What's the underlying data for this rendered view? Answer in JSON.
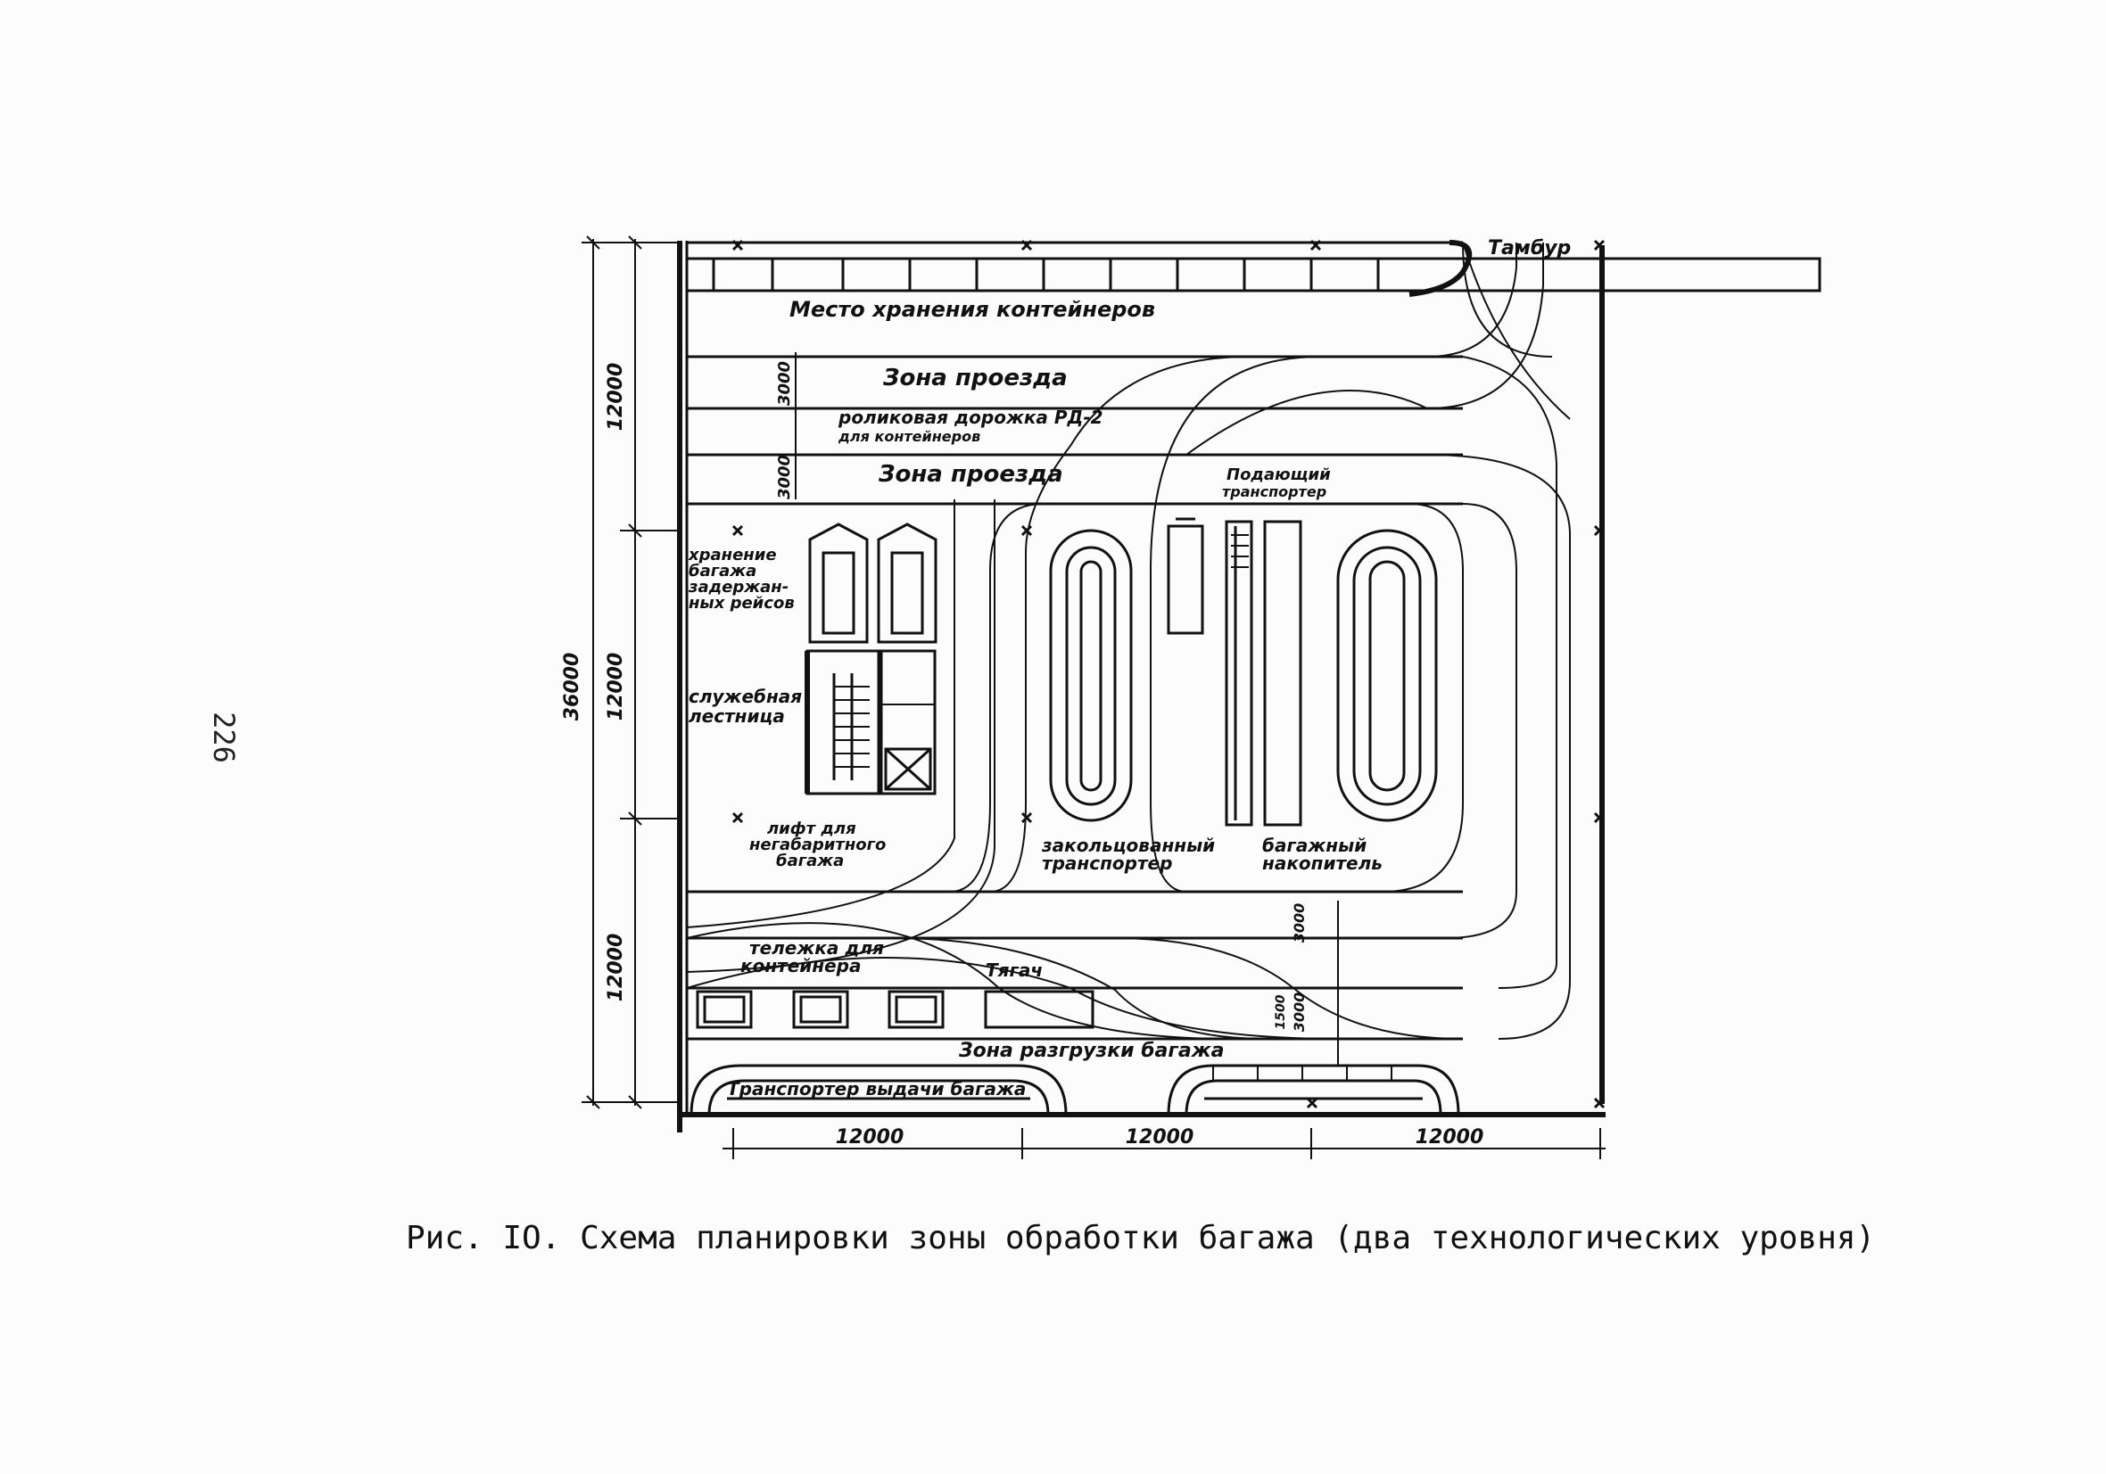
{
  "page": {
    "page_number": "226",
    "caption": "Рис. IO. Схема планировки зоны обработки багажа (два технологических уровня)"
  },
  "diagram": {
    "labels": {
      "tambur": "Тамбур",
      "container_storage": "Место хранения контейнеров",
      "driveway_1": "Зона проезда",
      "roller_track_1": "роликовая дорожка РД-2",
      "roller_track_2": "для контейнеров",
      "driveway_2": "Зона проезда",
      "feed_conveyor_1": "Подающий",
      "feed_conveyor_2": "транспортер",
      "delayed_storage_1": "хранение",
      "delayed_storage_2": "багажа",
      "delayed_storage_3": "задержан-",
      "delayed_storage_4": "ных рейсов",
      "service_stairs_1": "служебная",
      "service_stairs_2": "лестница",
      "lift_1": "лифт для",
      "lift_2": "негабаритного",
      "lift_3": "багажа",
      "closed_conveyor_1": "закольцованный",
      "closed_conveyor_2": "транспортер",
      "accumulator_1": "багажный",
      "accumulator_2": "накопитель",
      "cart_1": "тележка для",
      "cart_2": "контейнера",
      "tractor": "Тягач",
      "unload_zone": "Зона разгрузки багажа",
      "delivery_conveyor": "Транспортер выдачи багажа"
    },
    "dimensions": {
      "total_height": "36000",
      "section_top": "12000",
      "section_mid": "12000",
      "section_bottom": "12000",
      "driveway_w1": "3000",
      "driveway_w2": "3000",
      "unload_w1": "3000",
      "unload_w2": "3000",
      "unload_w3": "1500",
      "bottom_1": "12000",
      "bottom_2": "12000",
      "bottom_3": "12000"
    }
  }
}
